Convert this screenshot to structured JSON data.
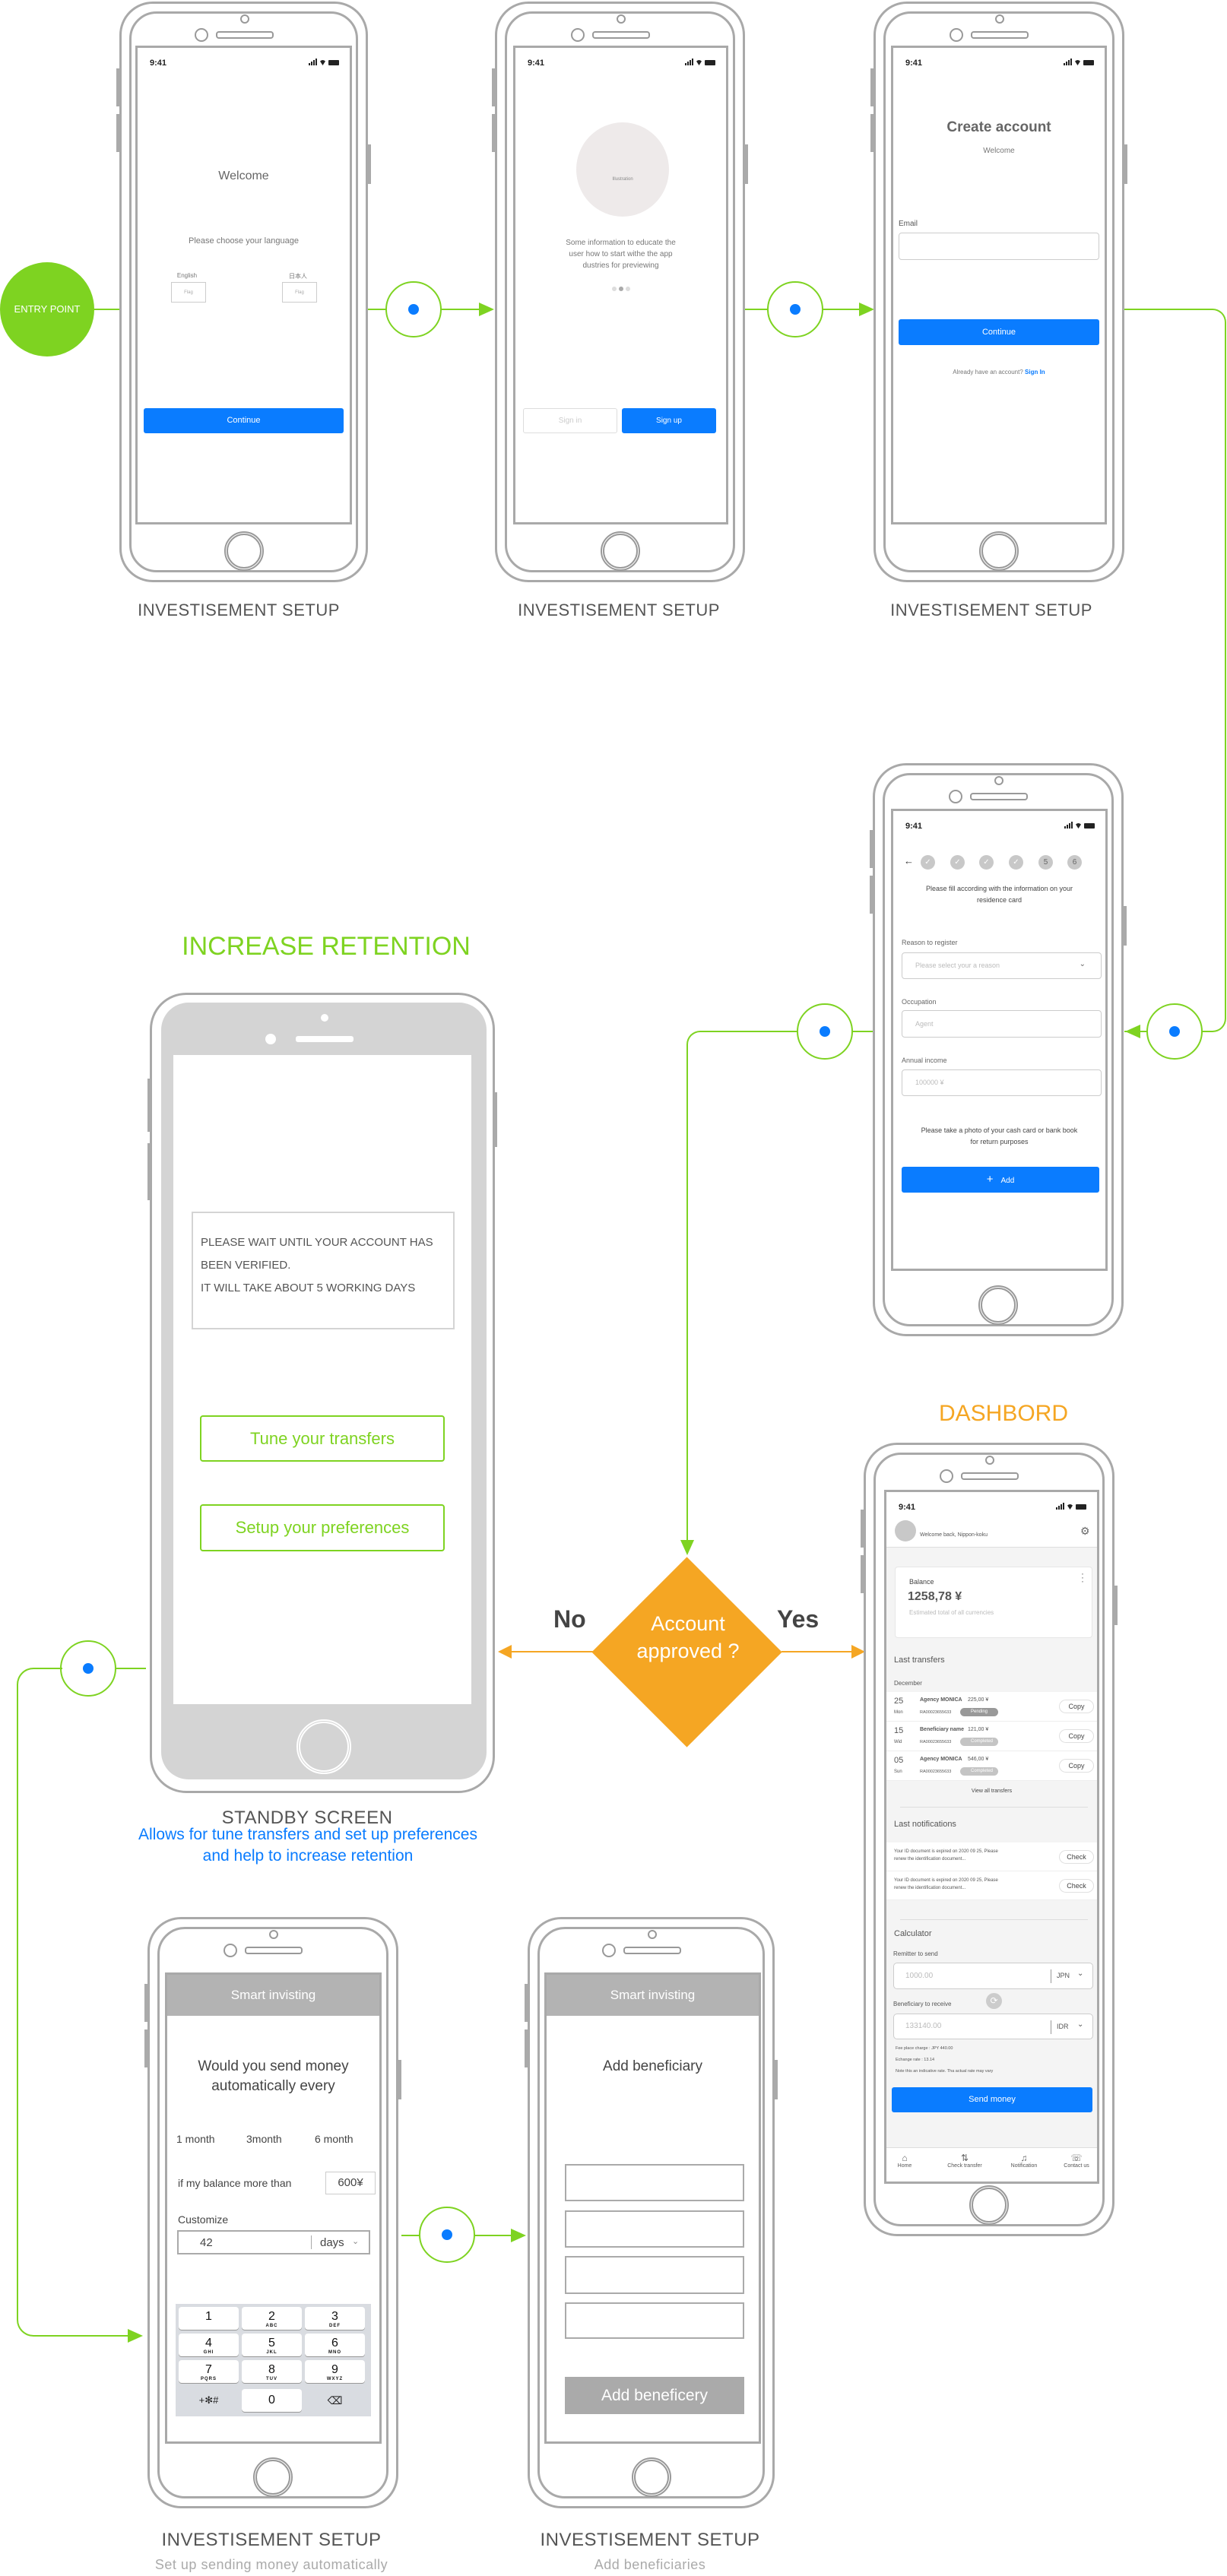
{
  "colors": {
    "flow_green": "#7ed321",
    "decision_orange": "#f5a623",
    "primary_blue": "#0a7cff",
    "wire_gray": "#a9a9a9"
  },
  "entry_point": {
    "label": "ENTRY POINT"
  },
  "status_bar": {
    "time": "9:41"
  },
  "screens": {
    "language": {
      "title": "Welcome",
      "prompt": "Please choose your language",
      "languages": [
        {
          "label": "English",
          "flag": "Flag"
        },
        {
          "label": "日本人",
          "flag": "Flag"
        }
      ],
      "continue": "Continue",
      "caption": "INVESTISEMENT SETUP"
    },
    "onboarding": {
      "illustration": "Illustration",
      "info_lines": [
        "Some information to educate the",
        "user how to start withe the app",
        "dustries for previewing"
      ],
      "sign_in": "Sign in",
      "sign_up": "Sign up",
      "caption": "INVESTISEMENT SETUP",
      "page_index": 2,
      "page_count": 3
    },
    "create_account": {
      "title": "Create account",
      "subtitle": "Welcome",
      "email_label": "Email",
      "email_value": "",
      "continue": "Continue",
      "already": "Already have an account?",
      "sign_in": "Sign In",
      "caption": "INVESTISEMENT SETUP"
    },
    "residence": {
      "steps": [
        {
          "state": "done",
          "label": "✓"
        },
        {
          "state": "done",
          "label": "✓"
        },
        {
          "state": "done",
          "label": "✓"
        },
        {
          "state": "done",
          "label": "✓"
        },
        {
          "state": "todo",
          "label": "5"
        },
        {
          "state": "todo",
          "label": "6"
        }
      ],
      "instruction_lines": [
        "Please fill according with the information on your",
        "residence card"
      ],
      "reason_label": "Reason to register",
      "reason_placeholder": "Please select your a reason",
      "occupation_label": "Occupation",
      "occupation_placeholder": "Agent",
      "income_label": "Annual income",
      "income_placeholder": "100000  ¥",
      "photo_lines": [
        "Please take a photo of your cash card or bank book",
        "for return purposes"
      ],
      "add": "Add"
    },
    "standby": {
      "section_title": "INCREASE RETENTION",
      "message_lines": [
        "PLEASE WAIT UNTIL YOUR ACCOUNT HAS",
        "BEEN VERIFIED.",
        "IT WILL TAKE ABOUT 5 WORKING DAYS"
      ],
      "tune": "Tune your transfers",
      "preferences": "Setup your preferences",
      "caption": "STANDBY SCREEN",
      "description_lines": [
        "Allows for tune transfers and set up preferences",
        "and help to increase retention"
      ]
    },
    "decision": {
      "question_lines": [
        "Account",
        "approved ?"
      ],
      "no": "No",
      "yes": "Yes"
    },
    "dashboard": {
      "section_title": "DASHBORD",
      "welcome": "Welcome back, Nippon-koku",
      "balance_label": "Balance",
      "balance": "1258,78 ¥",
      "balance_note": "Estimated total of all currencies",
      "transfers_title": "Last transfers",
      "month": "December",
      "transfers": [
        {
          "day": "25",
          "weekday": "Mon",
          "name": "Agency MONICA",
          "ref": "RA00023655633",
          "amount": "225,00 ¥",
          "status": "Pending",
          "action": "Copy"
        },
        {
          "day": "15",
          "weekday": "Wid",
          "name": "Beneficiary name",
          "ref": "RA00023655633",
          "amount": "121,00 ¥",
          "status": "Completed",
          "action": "Copy"
        },
        {
          "day": "05",
          "weekday": "Sun",
          "name": "Agency MONICA",
          "ref": "RA00023655633",
          "amount": "546,00 ¥",
          "status": "Completed",
          "action": "Copy"
        }
      ],
      "view_all": "View all transfers",
      "notifications_title": "Last notifications",
      "notifications": [
        {
          "lines": [
            "Your ID document is expired on 2020 09 25, Please",
            "renew the identification document..."
          ],
          "action": "Check"
        },
        {
          "lines": [
            "Your ID document is expired on 2020 09 25, Please",
            "renew the identification document..."
          ],
          "action": "Check"
        }
      ],
      "calculator_title": "Calculator",
      "send_label": "Remitter to send",
      "send_value": "1000.00",
      "send_currency": "JPN",
      "receive_label": "Beneficiary to receive",
      "receive_value": "133140.00",
      "receive_currency": "IDR",
      "fee": "Fee place charge : JPY 440.00",
      "rate": "Echange rate : 13.14",
      "note": "Note this an indicative rate. Tha actual rate may vary",
      "send_button": "Send money",
      "tabs": [
        {
          "label": "Home",
          "icon": "home-icon"
        },
        {
          "label": "Check transfer",
          "icon": "transfer-icon"
        },
        {
          "label": "Notification",
          "icon": "bell-icon"
        },
        {
          "label": "Contact us",
          "icon": "chat-icon"
        }
      ]
    },
    "smart_auto": {
      "header": "Smart invisting",
      "question_lines": [
        "Would you send money",
        "automatically  every"
      ],
      "periods": [
        "1 month",
        "3month",
        "6 month"
      ],
      "balance_label": "if my balance more than",
      "balance_value": "600¥",
      "customize_label": "Customize",
      "customize_value": "42",
      "unit": "days",
      "keys": [
        {
          "n": "1",
          "l": ""
        },
        {
          "n": "2",
          "l": "ABC"
        },
        {
          "n": "3",
          "l": "DEF"
        },
        {
          "n": "4",
          "l": "GHI"
        },
        {
          "n": "5",
          "l": "JKL"
        },
        {
          "n": "6",
          "l": "MNO"
        },
        {
          "n": "7",
          "l": "PQRS"
        },
        {
          "n": "8",
          "l": "TUV"
        },
        {
          "n": "9",
          "l": "WXYZ"
        }
      ],
      "key_symbols": "+✻#",
      "key_zero": "0",
      "key_delete": "⌫",
      "caption": "INVESTISEMENT SETUP",
      "sub_caption": "Set up sending money automatically"
    },
    "beneficiary": {
      "header": "Smart invisting",
      "title": "Add beneficiary",
      "button": "Add beneficery",
      "caption": "INVESTISEMENT SETUP",
      "sub_caption": "Add beneficiaries"
    }
  }
}
